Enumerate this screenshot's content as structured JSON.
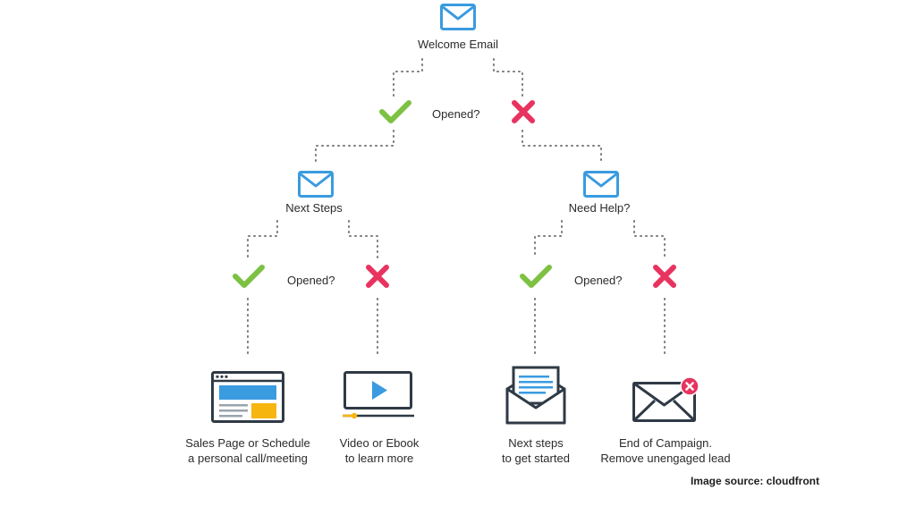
{
  "colors": {
    "accent_blue": "#3a9be0",
    "check_green": "#7cc142",
    "cross_red": "#e8335f",
    "dots": "#7a7a7a",
    "ink": "#2f3a45",
    "yellow": "#f7b50f"
  },
  "root": {
    "label": "Welcome Email",
    "icon": "envelope-icon"
  },
  "decision_top": {
    "label": "Opened?"
  },
  "left_branch": {
    "label": "Next Steps",
    "icon": "envelope-icon",
    "decision_label": "Opened?",
    "yes_outcome": {
      "icon": "sales-page-icon",
      "lines": [
        "Sales Page or Schedule",
        "a personal call/meeting"
      ]
    },
    "no_outcome": {
      "icon": "video-player-icon",
      "lines": [
        "Video or Ebook",
        "to learn more"
      ]
    }
  },
  "right_branch": {
    "label": "Need Help?",
    "icon": "envelope-icon",
    "decision_label": "Opened?",
    "yes_outcome": {
      "icon": "open-letter-icon",
      "lines": [
        "Next steps",
        "to get started"
      ]
    },
    "no_outcome": {
      "icon": "closed-envelope-error-icon",
      "lines": [
        "End of Campaign.",
        "Remove unengaged lead"
      ]
    }
  },
  "source": "Image source: cloudfront"
}
